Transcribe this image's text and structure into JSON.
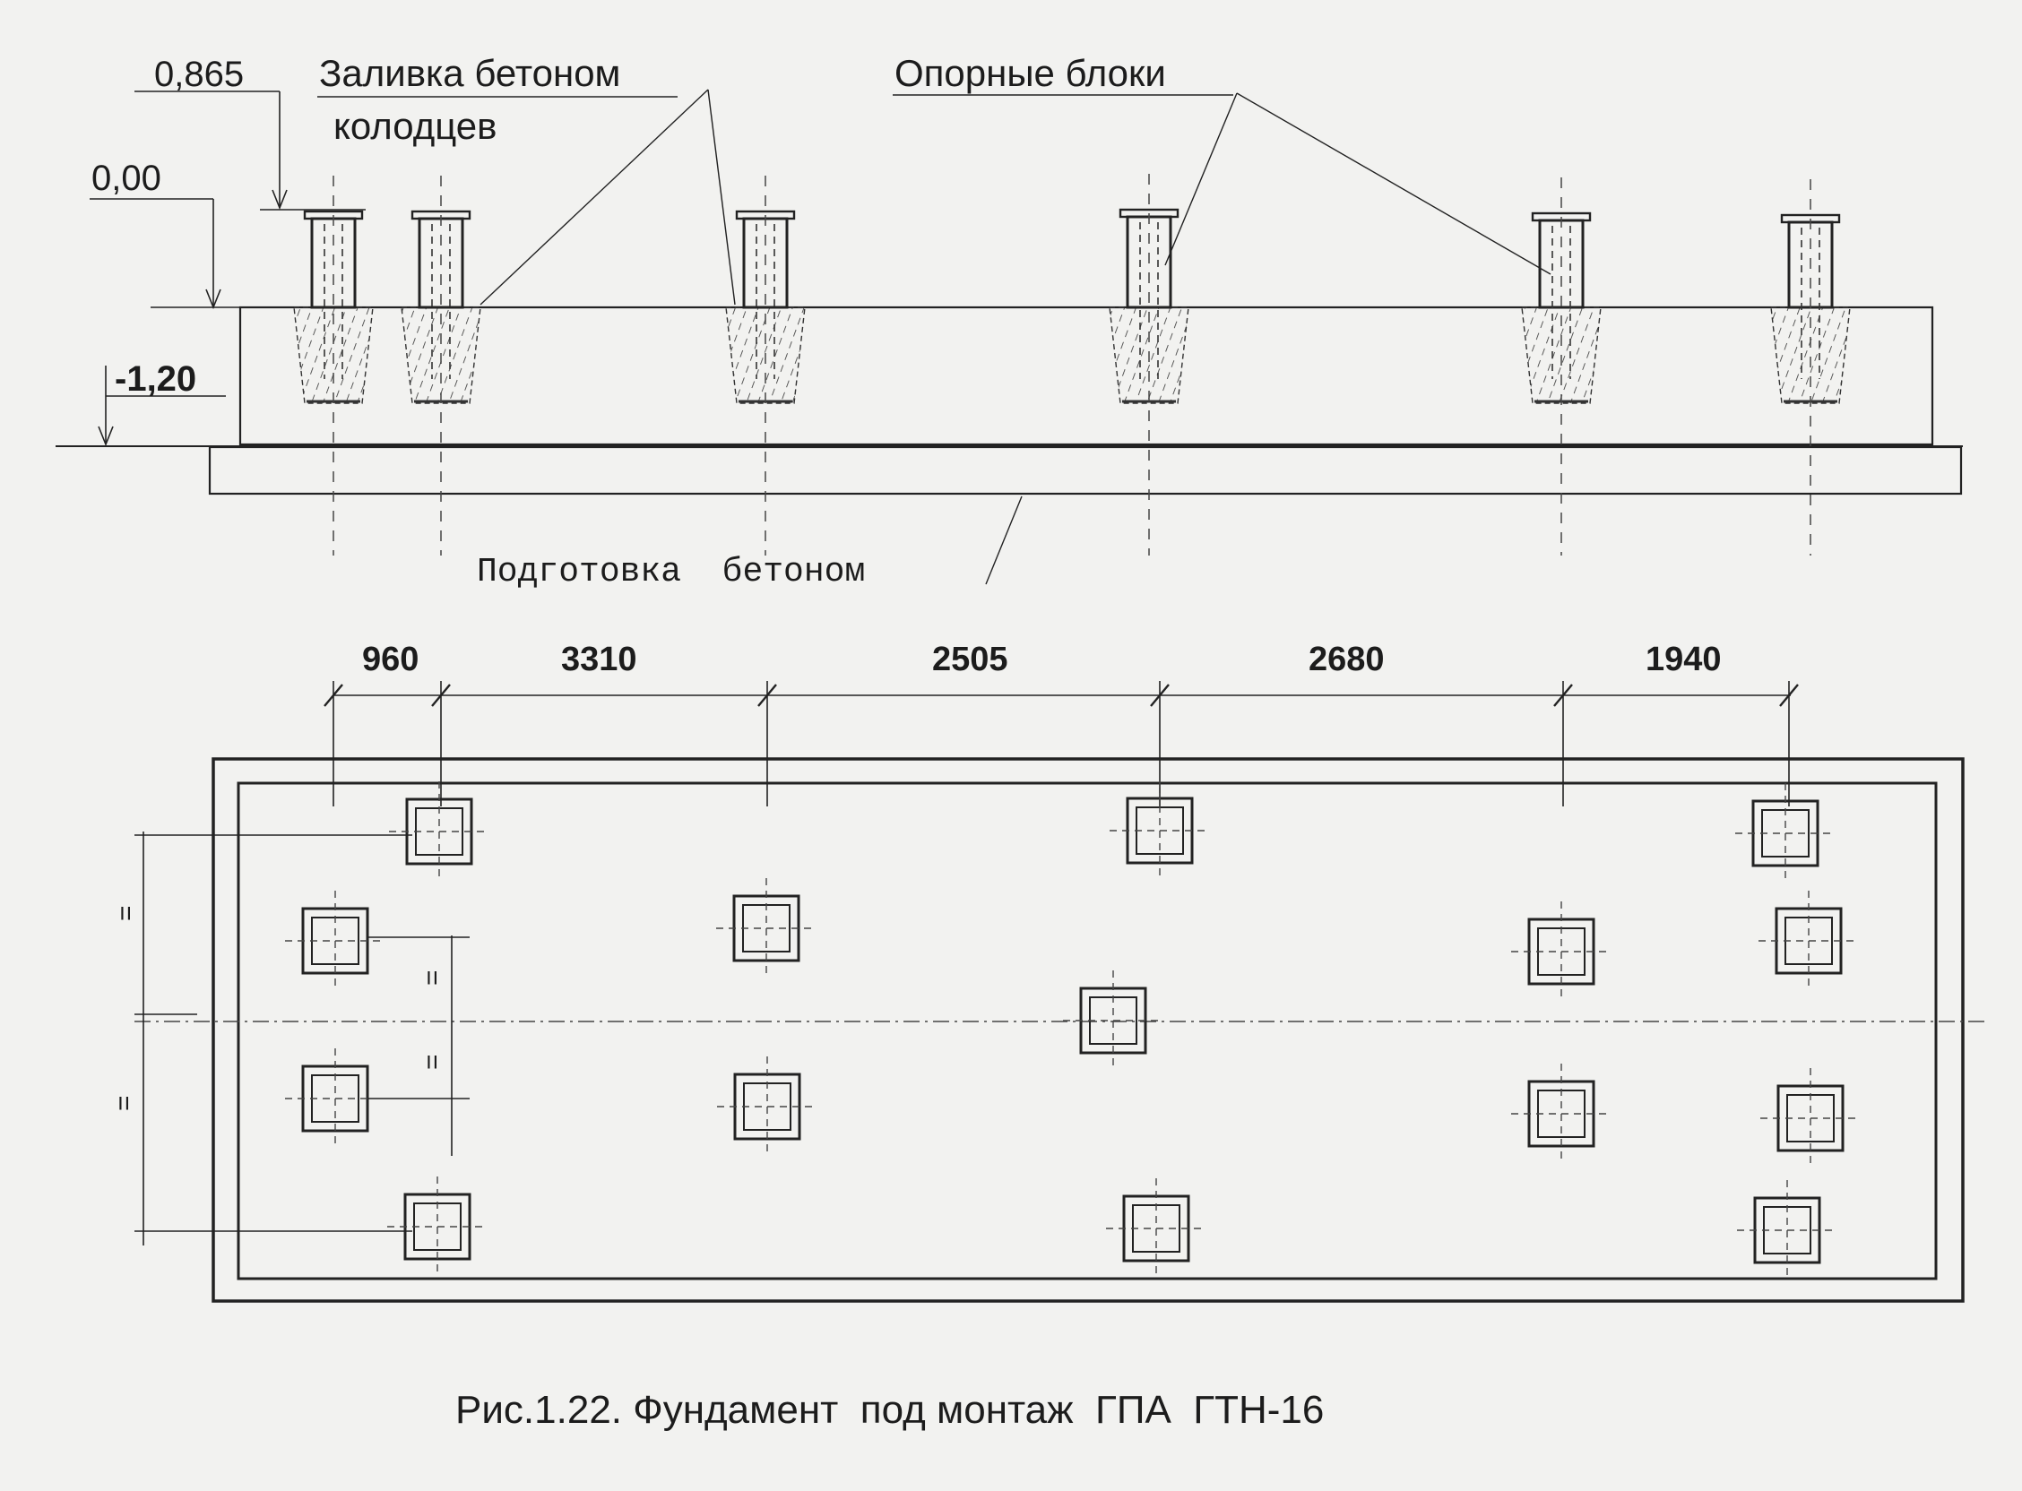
{
  "elevations": {
    "top_block": "0,865",
    "zero": "0,00",
    "bottom": "-1,20"
  },
  "callouts": {
    "concrete_fill": {
      "line1": "Заливка бетоном",
      "line2": "колодцев"
    },
    "support_blocks": "Опорные блоки",
    "concrete_prep": "Подготовка  бетоном"
  },
  "plan_dimensions": [
    "960",
    "3310",
    "2505",
    "2680",
    "1940"
  ],
  "caption": "Рис.1.22. Фундамент  под монтаж  ГПА  ГТН-16",
  "colors": {
    "ink": "#222222",
    "paper": "#f2f2f0"
  }
}
